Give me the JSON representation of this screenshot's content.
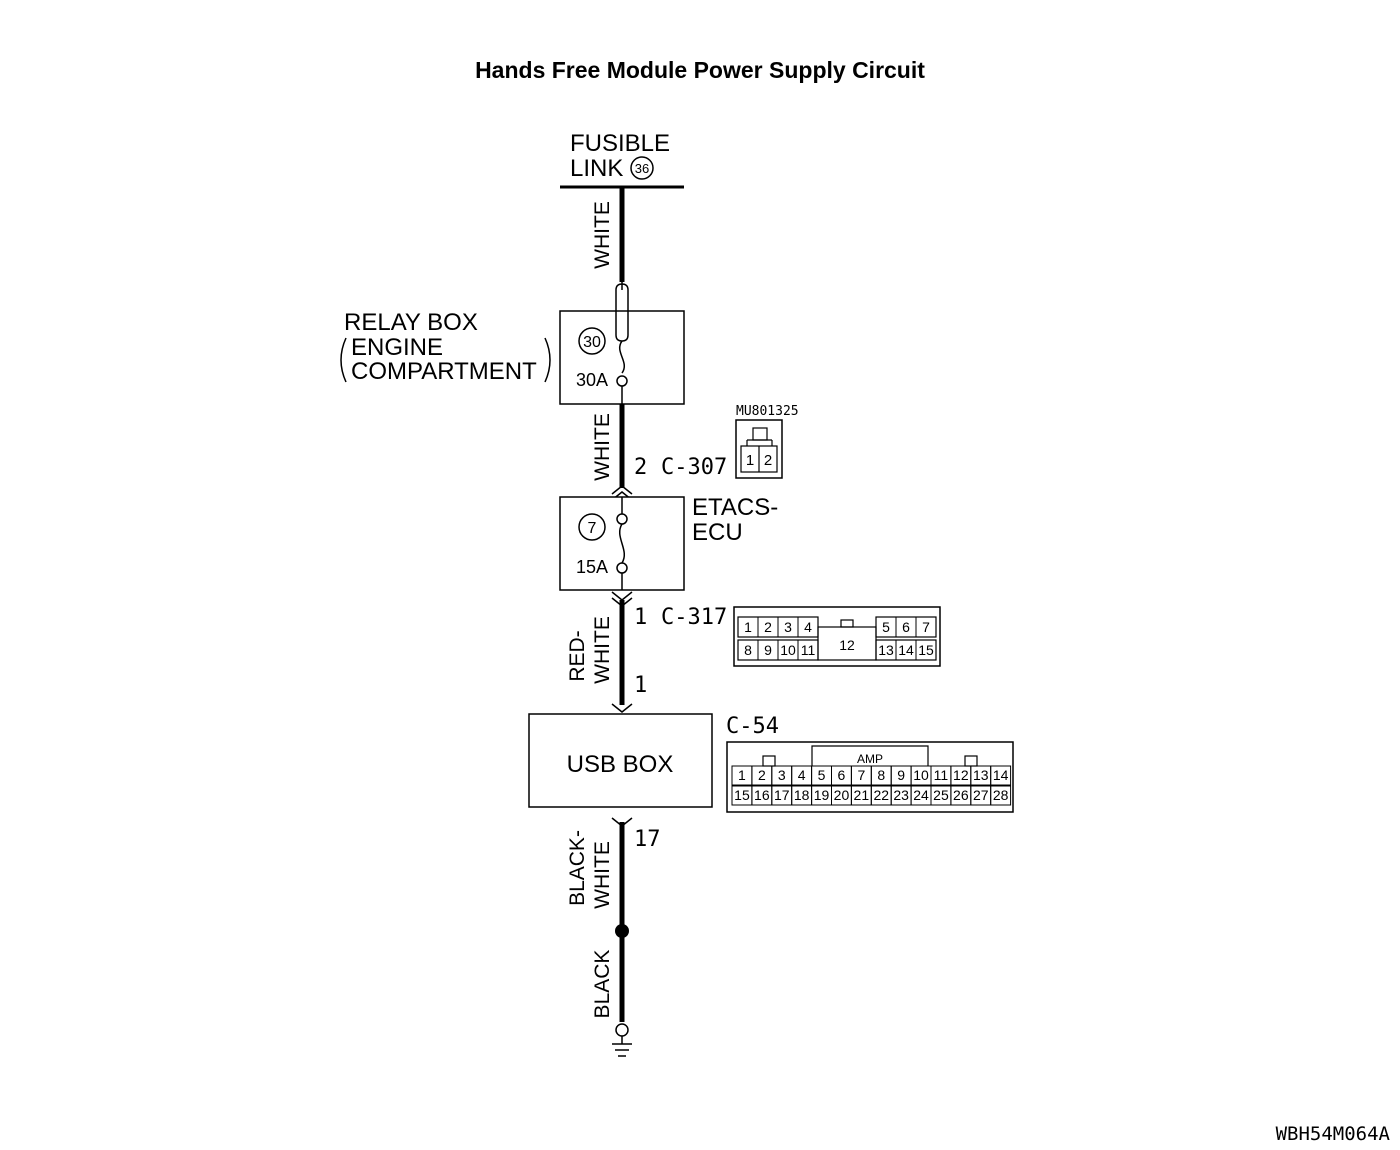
{
  "title": "Hands Free Module Power Supply Circuit",
  "figure_code": "WBH54M064A",
  "fusible_link": {
    "line1": "FUSIBLE",
    "line2": "LINK",
    "number": "36"
  },
  "relay_box": {
    "line1": "RELAY BOX",
    "line2": "ENGINE",
    "line3": "COMPARTMENT",
    "fuse_number": "30",
    "fuse_rating": "30A"
  },
  "etacs": {
    "line1": "ETACS-",
    "line2": "ECU",
    "fuse_number": "7",
    "fuse_rating": "15A"
  },
  "usb_box": {
    "label": "USB BOX"
  },
  "wires": {
    "w1": "WHITE",
    "w2": "WHITE",
    "w3_line1": "RED-",
    "w3_line2": "WHITE",
    "w4_line1": "BLACK-",
    "w4_line2": "WHITE",
    "w5": "BLACK"
  },
  "connectors": {
    "c307": {
      "pin": "2",
      "name": "C-307",
      "part": "MU801325",
      "pins": [
        "1",
        "2"
      ]
    },
    "c317": {
      "pin": "1",
      "name": "C-317",
      "usb_pin": "1",
      "row1": [
        "1",
        "2",
        "3",
        "4",
        "5",
        "6",
        "7"
      ],
      "row2": [
        "8",
        "9",
        "10",
        "11",
        "13",
        "14",
        "15"
      ],
      "center": "12"
    },
    "c54": {
      "name": "C-54",
      "ground_pin": "17",
      "amp": "AMP",
      "row1": [
        "1",
        "2",
        "3",
        "4",
        "5",
        "6",
        "7",
        "8",
        "9",
        "10",
        "11",
        "12",
        "13",
        "14"
      ],
      "row2": [
        "15",
        "16",
        "17",
        "18",
        "19",
        "20",
        "21",
        "22",
        "23",
        "24",
        "25",
        "26",
        "27",
        "28"
      ]
    }
  }
}
